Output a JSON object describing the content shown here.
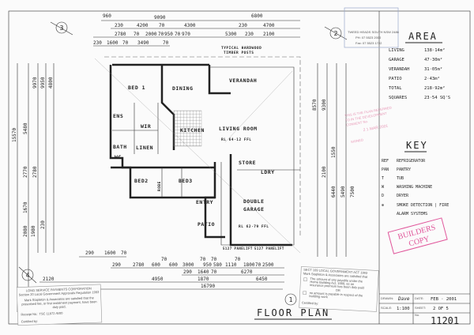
{
  "title": "FLOOR PLAN",
  "grid_markers": [
    "1",
    "2",
    "3",
    "4"
  ],
  "area": {
    "heading": "AREA",
    "rows": [
      {
        "label": "LIVING",
        "value": "138·14m²"
      },
      {
        "label": "GARAGE",
        "value": "47·30m²"
      },
      {
        "label": "VERANDAH",
        "value": "31·05m²"
      },
      {
        "label": "PATIO",
        "value": "2·43m²"
      },
      {
        "label": "TOTAL",
        "value": "218·92m²"
      },
      {
        "label": "SQUARES",
        "value": "23·54 SQ'S"
      }
    ]
  },
  "key": {
    "heading": "KEY",
    "items": [
      {
        "code": "REF",
        "desc": "REFRIGERATOR"
      },
      {
        "code": "PAN",
        "desc": "PANTRY"
      },
      {
        "code": "T",
        "desc": "TUB"
      },
      {
        "code": "W",
        "desc": "WASHING MACHINE"
      },
      {
        "code": "D",
        "desc": "DRYER"
      },
      {
        "code": "⊕",
        "desc": "SMOKE DETECTION | FIRE"
      },
      {
        "code": "",
        "desc": "ALARM SYSTEMS"
      }
    ]
  },
  "title_block": {
    "drawn_label": "DRAWN:",
    "drawn": "Dave",
    "date_label": "DATE:",
    "date": "FEB · 2001",
    "scale_label": "SCALE:",
    "scale": "1:100",
    "sheet_label": "SHEET:",
    "sheet": "2 OF 5",
    "no_label": "No.",
    "number": "11201"
  },
  "stamps": {
    "builders_copy": [
      "BUILDERS",
      "COPY"
    ],
    "lsmc": [
      "LONG SERVICE PAYMENTS CORPORATION",
      "Section 20 Local Government Approvals Regulation 1993",
      "Mark Stapleton & Associates are satisfied that the",
      "prescribed fee, or first instalment payment, have been",
      "duly paid.",
      "Receipt No.: TSC 11872 /6/00",
      "Certified by:"
    ],
    "sect109": [
      "SECT 109 LOCAL GOVERNMENT ACT 1993",
      "Mark Stapleton & Associates are satisfied that",
      "The amount of any payable under the",
      "Home Building Act, 1989, as an",
      "insurance premium has been duly paid",
      "OR",
      "no amount is payable in respect of the",
      "building work",
      "Certified by:"
    ],
    "council": [
      "TWEED HEADS SOUTH NSW 2486",
      "PH: 07 5523 2000",
      "Fax: 07 5523 1722"
    ],
    "plan_approval": [
      "THIS IS THE PLAN REFERRED",
      "TO IN THE DEVELOPMENT",
      "CONSENT No.",
      "2 1 MAR 2001",
      "SIGNED"
    ]
  },
  "rooms": {
    "bed1": "BED 1",
    "dining": "DINING",
    "verandah": "VERANDAH",
    "ens": "ENS",
    "wir": "WIR",
    "kitchen": "KITCHEN",
    "living": "LIVING ROOM",
    "living_rl": "RL 64·12 FFL",
    "bath": "BATH",
    "linen": "LINEN",
    "wc": "WC",
    "bed2": "BED2",
    "bed3": "BED3",
    "robe": "ROBE",
    "entry": "ENTRY",
    "patio": "PATIO",
    "store": "STORE",
    "ldry": "LDRY",
    "garage1": "DOUBLE",
    "garage2": "GARAGE",
    "garage_rl": "RL 62·79 FFL",
    "posts1": "TYPICAL HARDWOOD",
    "posts2": "TIMBER POSTS",
    "panelift": "5127 PANELIFT"
  },
  "dims": {
    "top": [
      "960",
      "9090",
      "6800",
      "230",
      "4200",
      "70",
      "4300",
      "230",
      "4700",
      "2780",
      "70",
      "2000",
      "70",
      "950",
      "70",
      "970",
      "5300",
      "230",
      "2100",
      "230",
      "1600",
      "70",
      "3490",
      "70"
    ],
    "left": [
      "15570",
      "5480",
      "9970",
      "9950",
      "4800",
      "2770",
      "2780",
      "1670",
      "2080",
      "1980",
      "230"
    ],
    "right": [
      "8570",
      "9300",
      "6440",
      "5490",
      "7500",
      "2100",
      "1550"
    ],
    "bottom": [
      "290",
      "1600",
      "70",
      "290",
      "2780",
      "600",
      "70",
      "600",
      "3000",
      "70",
      "950",
      "70",
      "580",
      "1110",
      "70",
      "1800",
      "70",
      "2500",
      "290",
      "1640",
      "70",
      "6270",
      "2120",
      "4950",
      "1870",
      "6450",
      "16790"
    ]
  }
}
